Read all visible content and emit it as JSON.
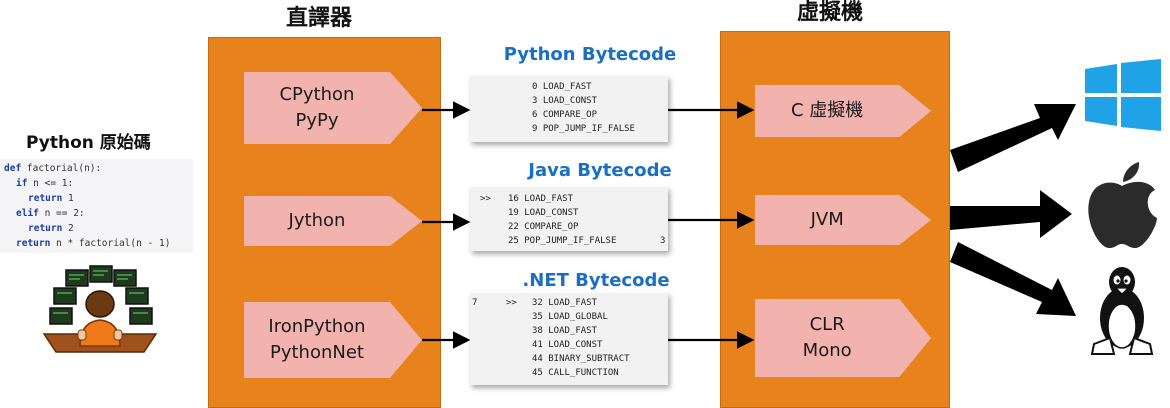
{
  "columns": {
    "interpreter_title": "直譯器",
    "vm_title": "虛擬機"
  },
  "source": {
    "title": "Python 原始碼",
    "code_lines": [
      {
        "kw": "def ",
        "text": "factorial(n):"
      },
      {
        "kw": "if ",
        "text": "n <= 1:",
        "indent": 1
      },
      {
        "kw": "return ",
        "text": "1",
        "indent": 2
      },
      {
        "kw": "elif ",
        "text": "n == 2:",
        "indent": 1
      },
      {
        "kw": "return ",
        "text": "2",
        "indent": 2
      },
      {
        "kw": "return ",
        "text": "n * factorial(n - 1)",
        "indent": 1
      }
    ]
  },
  "interpreters": [
    {
      "line1": "CPython",
      "line2": "PyPy"
    },
    {
      "line1": "Jython",
      "line2": ""
    },
    {
      "line1": "IronPython",
      "line2": "PythonNet"
    }
  ],
  "bytecodes": [
    {
      "title": "Python Bytecode",
      "lines": [
        "0 LOAD_FAST",
        "3 LOAD_CONST",
        "6 COMPARE_OP",
        "9 POP_JUMP_IF_FALSE"
      ]
    },
    {
      "title": "Java Bytecode",
      "prefix": ">>",
      "suffix": "3",
      "lines": [
        "16 LOAD_FAST",
        "19 LOAD_CONST",
        "22 COMPARE_OP",
        "25 POP_JUMP_IF_FALSE"
      ]
    },
    {
      "title": ".NET Bytecode",
      "prefix_num": "7",
      "prefix": ">>",
      "lines": [
        "32 LOAD_FAST",
        "35 LOAD_GLOBAL",
        "38 LOAD_FAST",
        "41 LOAD_CONST",
        "44 BINARY_SUBTRACT",
        "45 CALL_FUNCTION"
      ]
    }
  ],
  "vms": [
    {
      "line1": "C 虛擬機",
      "line2": ""
    },
    {
      "line1": "JVM",
      "line2": ""
    },
    {
      "line1": "CLR",
      "line2": "Mono"
    }
  ],
  "platforms": [
    "windows-icon",
    "apple-icon",
    "linux-tux-icon"
  ],
  "colors": {
    "orange": "#e8821c",
    "pink": "#f2b3ae",
    "blue": "#1a6fc2",
    "arrow": "#000000"
  }
}
